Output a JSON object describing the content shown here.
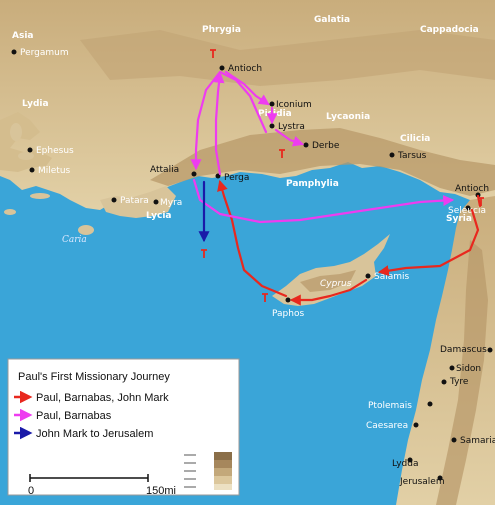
{
  "regions": {
    "asia": "Asia",
    "galatia": "Galatia",
    "cappadocia": "Cappadocia",
    "phrygia": "Phrygia",
    "lydia": "Lydia",
    "pisidia": "Pisidia",
    "lycaonia": "Lycaonia",
    "pamphylia": "Pamphylia",
    "cilicia": "Cilicia",
    "lycia": "Lycia",
    "caria": "Caria",
    "cyprus": "Cyprus",
    "syria": "Syria"
  },
  "cities": {
    "pergamum": "Pergamum",
    "ephesus": "Ephesus",
    "miletus": "Miletus",
    "antioch_pisidia": "Antioch",
    "iconium": "Iconium",
    "lystra": "Lystra",
    "derbe": "Derbe",
    "attalia": "Attalia",
    "perga": "Perga",
    "patara": "Patara",
    "myra": "Myra",
    "tarsus": "Tarsus",
    "antioch_syria": "Antioch",
    "seleucia": "Seleucia",
    "salamis": "Salamis",
    "paphos": "Paphos",
    "damascus": "Damascus",
    "sidon": "Sidon",
    "tyre": "Tyre",
    "ptolemais": "Ptolemais",
    "caesarea": "Caesarea",
    "samaria": "Samaria",
    "lydda": "Lydda",
    "jerusalem": "Jerusalem"
  },
  "legend": {
    "title": "Paul's First Missionary Journey",
    "items": [
      {
        "label": "Paul, Barnabas, John Mark",
        "color": "#e8281e"
      },
      {
        "label": "Paul, Barnabas",
        "color": "#ee3cf0"
      },
      {
        "label": "John Mark to Jerusalem",
        "color": "#1a1aa8"
      }
    ],
    "scale_start": "0",
    "scale_end": "150mi"
  },
  "colors": {
    "sea": "#3aa5d8",
    "land": "#d8c49a",
    "land_dark": "#b29468",
    "red_route": "#e8281e",
    "magenta_route": "#ee3cf0",
    "blue_route": "#1a1aa8"
  }
}
